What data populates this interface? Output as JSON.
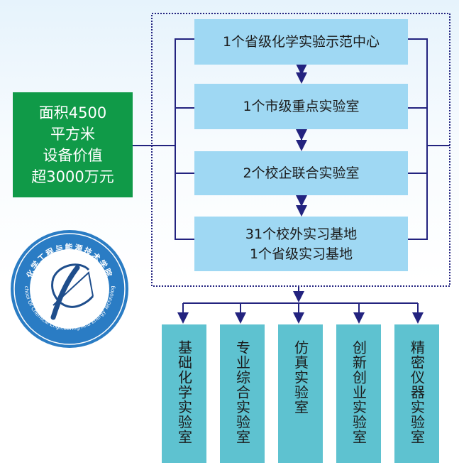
{
  "summary": {
    "lines": [
      "面积4500",
      "平方米",
      "设备价值",
      "超3000万元"
    ]
  },
  "levels": [
    {
      "label": "1个省级化学实验示范中心"
    },
    {
      "label": "1个市级重点实验室"
    },
    {
      "label": "2个校企联合实验室"
    },
    {
      "lines": [
        "31个校外实习基地",
        "1个省级实习基地"
      ]
    }
  ],
  "labs": [
    "基础化学实验室",
    "专业综合实验室",
    "仿真实验室",
    "创新创业实验室",
    "精密仪器实验室"
  ],
  "logo": {
    "cn": "化学工程与能源技术学院",
    "en": "School Of Chemical Engineering And Energy Technology"
  },
  "colors": {
    "line": "#23237f",
    "box": "#9fd8f3",
    "green": "#109a48",
    "lab": "#5ec2d0",
    "logo": "#2a7cc4"
  }
}
